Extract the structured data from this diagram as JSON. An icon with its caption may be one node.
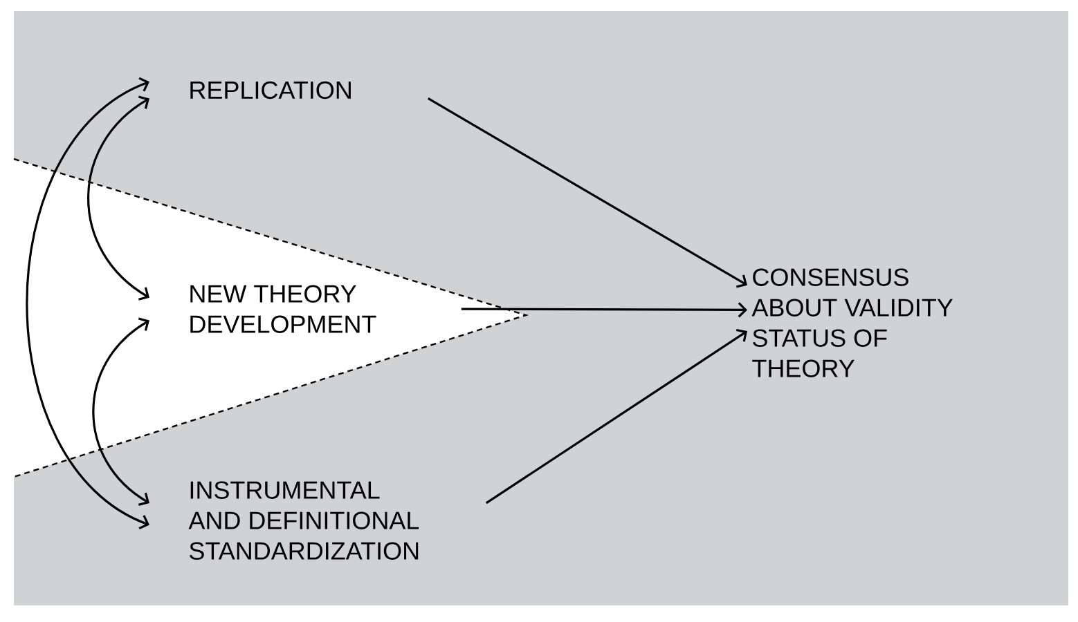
{
  "diagram": {
    "nodes": [
      {
        "text": [
          "REPLICATION"
        ]
      },
      {
        "text": [
          "NEW THEORY DEVELOPMENT"
        ]
      },
      {
        "text": [
          "INSTRUMENTAL AND DEFINITIONAL STANDARDIZATION"
        ]
      },
      {
        "text": [
          "CONSENSUS ABOUT VALIDITY STATUS OF THEORY"
        ]
      }
    ],
    "edges": [
      {
        "from": 0,
        "to": 3,
        "arrow": "to"
      },
      {
        "from": 1,
        "to": 3,
        "arrow": "to"
      },
      {
        "from": 2,
        "to": 3,
        "arrow": "to"
      },
      {
        "from": 0,
        "to": 2,
        "arrow": "both"
      },
      {
        "from": 0,
        "to": 1,
        "arrow": "both"
      },
      {
        "from": 1,
        "to": 2,
        "arrow": "both"
      }
    ]
  }
}
